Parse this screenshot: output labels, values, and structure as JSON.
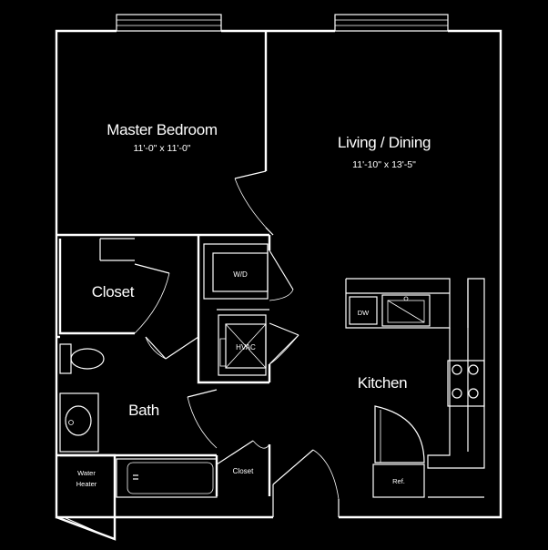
{
  "floor_plan": {
    "rooms": {
      "master_bedroom": {
        "name": "Master Bedroom",
        "dimensions": "11'-0\" x 11'-0\""
      },
      "living_dining": {
        "name": "Living / Dining",
        "dimensions": "11'-10\" x 13'-5\""
      },
      "closet": {
        "name": "Closet"
      },
      "bath": {
        "name": "Bath"
      },
      "kitchen": {
        "name": "Kitchen"
      },
      "water_heater": {
        "line1": "Water",
        "line2": "Heater"
      },
      "small_closet": {
        "name": "Closet"
      }
    },
    "fixtures": {
      "washer_dryer": "W/D",
      "hvac": "HVAC",
      "dishwasher": "DW",
      "refrigerator": "Ref."
    }
  }
}
